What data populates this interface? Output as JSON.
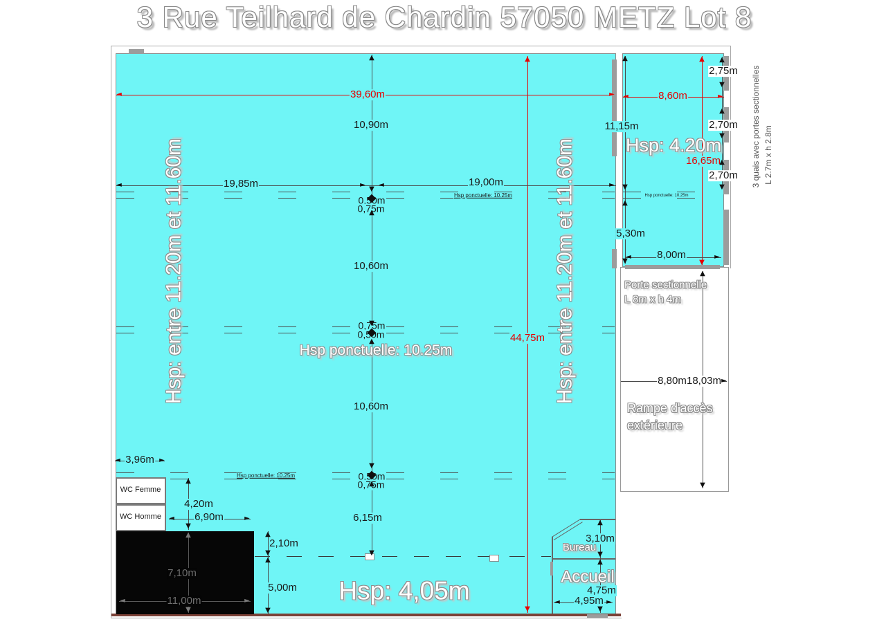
{
  "title": "3 Rue Teilhard de Chardin 57050 METZ Lot 8",
  "colors": {
    "floor_cyan": "#6FF5F6",
    "dimension_red": "#E60000",
    "wall_gray": "#9C9C9C",
    "lot_boundary": "#7B4137"
  },
  "hall": {
    "width_total": "39,60m",
    "height_total": "44,75m",
    "hsp_side_left": "Hsp: entre 11.20m et 11.60m",
    "hsp_side_right": "Hsp: entre 11.20m et 11.60m",
    "hsp_bottom_zone": "Hsp: 4,05m",
    "hsp_ponctuelle_big": "Hsp ponctuelle: 10.25m",
    "hsp_ponctuelle_small_top": "Hsp ponctuelle: 10.25m",
    "hsp_ponctuelle_small_bottom": "Hsp ponctuelle: 10.25m",
    "bay_1": "10,90m",
    "bay_2": "10,60m",
    "bay_3": "10,60m",
    "bay_4": "6,15m",
    "span_left": "19,85m",
    "span_right": "19,00m",
    "beam1_a": "0,50m",
    "beam1_b": "0,75m",
    "beam2_a": "0,75m",
    "beam2_b": "0,50m",
    "beam3_a": "0,50m",
    "beam3_b": "0,75m"
  },
  "annex": {
    "hsp": "Hsp: 4.20m",
    "hsp_ponctuelle_small": "Hsp ponctuelle: 10.25m",
    "width_total": "8,60m",
    "height_total": "16,65m",
    "height_upper": "11,15m",
    "height_lower": "5,30m",
    "door_width": "8,00m",
    "dock_1": "2,75m",
    "dock_2": "2,70m",
    "dock_3": "2,70m",
    "docks_note_line1": "3 quais avec portes sectionnelles",
    "docks_note_line2": "L 2.7m x h 2.8m"
  },
  "ramp": {
    "door_line1": "Porte sectionnelle",
    "door_line2": "L 8m x h 4m",
    "width": "8,80m",
    "length": "18,03m",
    "label_line1": "Rampe d'accès",
    "label_line2": "extérieure"
  },
  "rooms": {
    "wc_femme": "WC Femme",
    "wc_homme": "WC Homme",
    "bureau": "Bureau",
    "accueil": "Accueil",
    "wc_width": "3,96m",
    "wc_to_block": "4,20m",
    "dim_6_90": "6,90m",
    "dim_2_10": "2,10m",
    "dim_5_00": "5,00m",
    "block_height": "7,10m",
    "block_width": "11,00m",
    "bureau_height": "3,10m",
    "accueil_height": "4,75m",
    "accueil_width": "4,95m"
  }
}
